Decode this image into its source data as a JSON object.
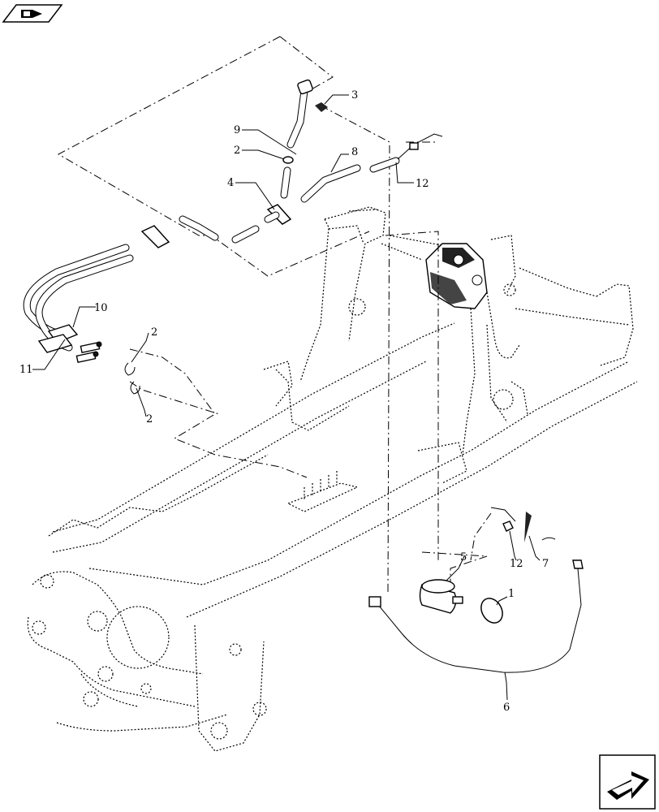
{
  "nav_icons": {
    "top_left": "book-back-icon",
    "bottom_right": "next-page-arrow-icon"
  },
  "callouts": [
    {
      "id": "c1",
      "label": "1"
    },
    {
      "id": "c2a",
      "label": "2"
    },
    {
      "id": "c2b",
      "label": "2"
    },
    {
      "id": "c2c",
      "label": "2"
    },
    {
      "id": "c3",
      "label": "3"
    },
    {
      "id": "c4",
      "label": "4"
    },
    {
      "id": "c5",
      "label": "5"
    },
    {
      "id": "c6",
      "label": "6"
    },
    {
      "id": "c7",
      "label": "7"
    },
    {
      "id": "c8",
      "label": "8"
    },
    {
      "id": "c9",
      "label": "9"
    },
    {
      "id": "c10",
      "label": "10"
    },
    {
      "id": "c11",
      "label": "11"
    },
    {
      "id": "c12a",
      "label": "12"
    },
    {
      "id": "c12b",
      "label": "12"
    }
  ]
}
